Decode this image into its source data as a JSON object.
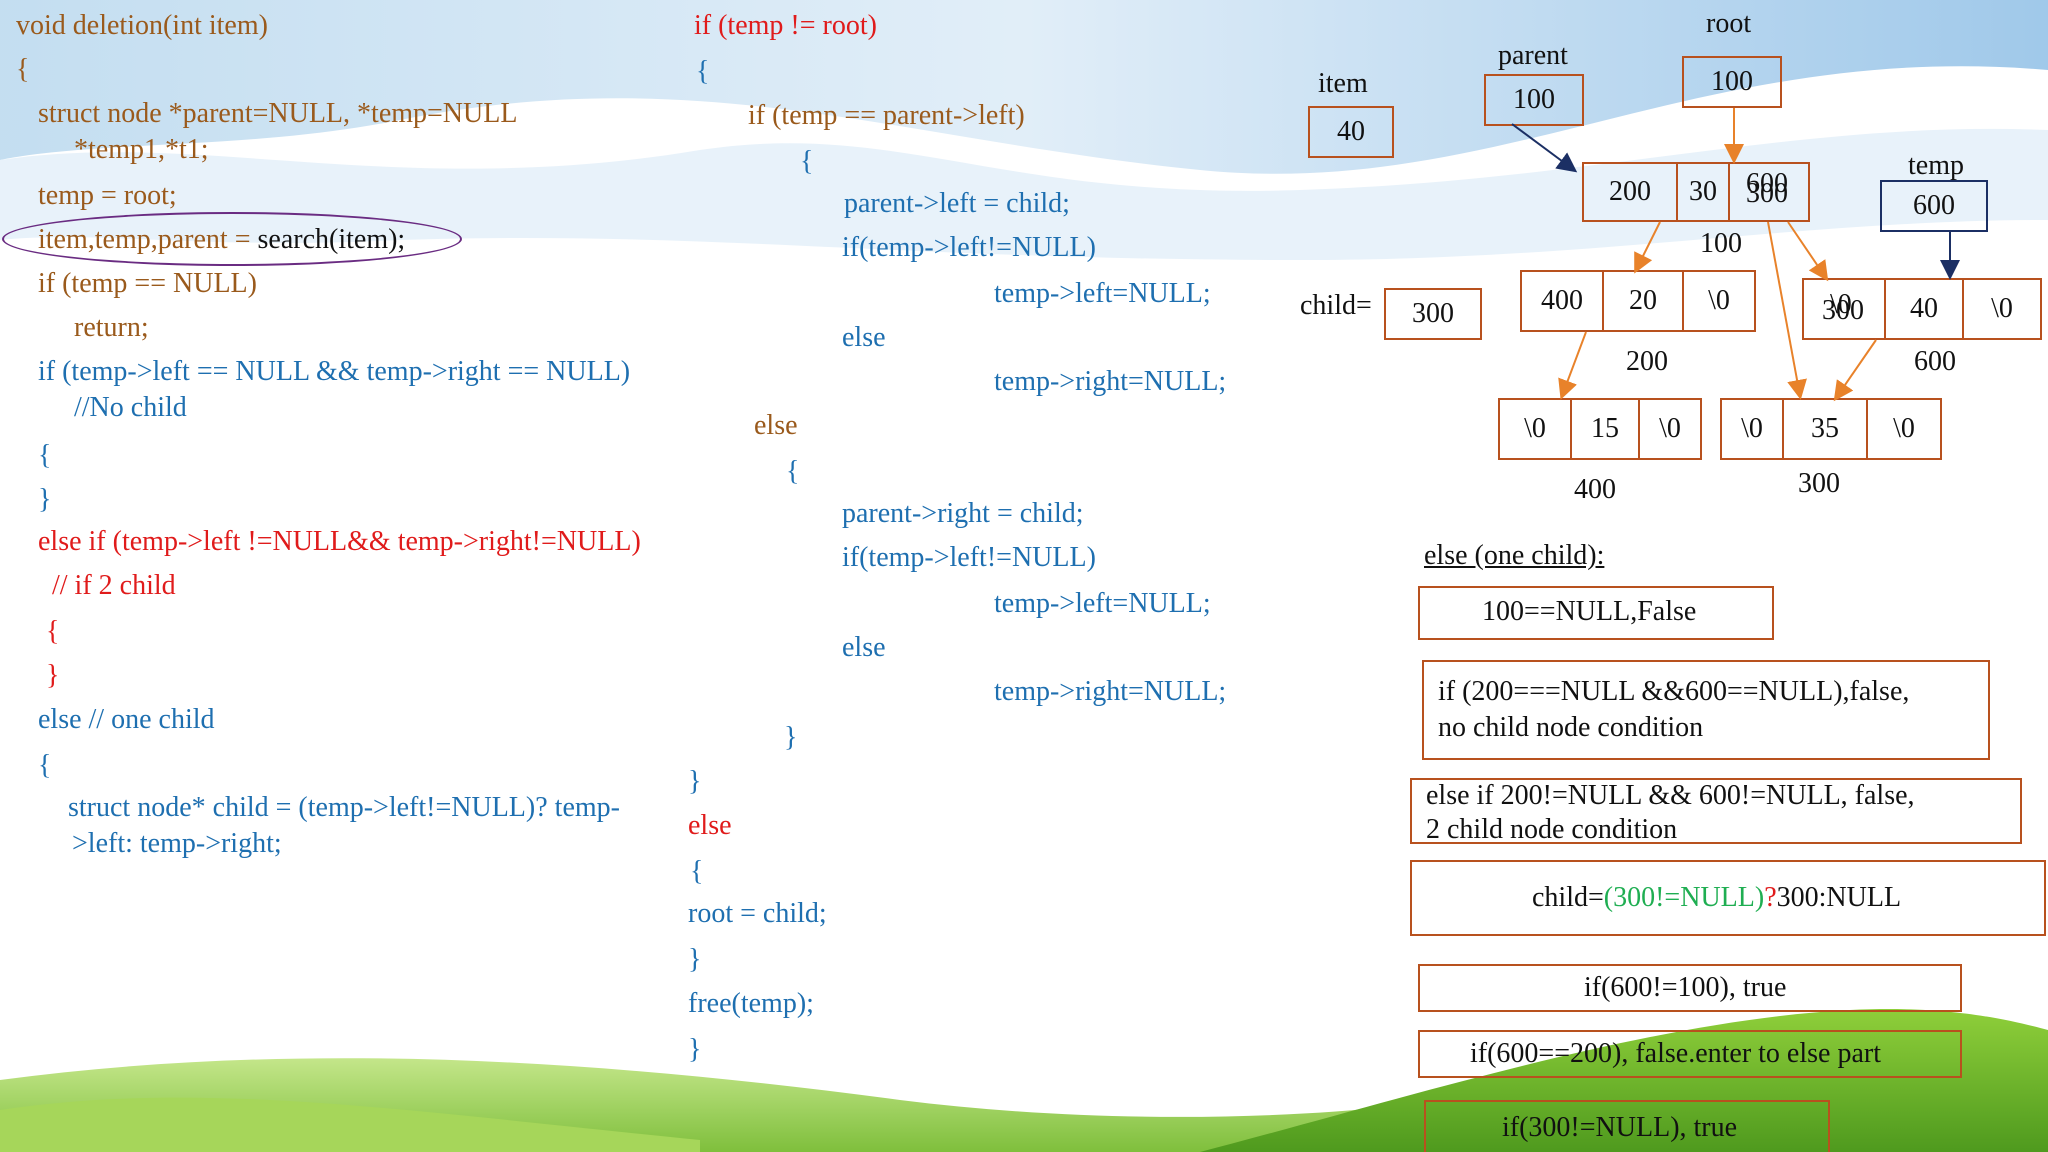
{
  "code_left": [
    "void deletion(int item)",
    "{",
    "struct node *parent=NULL, *temp=NULL",
    "*temp1,*t1;",
    "temp = root;",
    "item,temp,parent = ",
    "search(item);",
    "if (temp == NULL)",
    "return;",
    "if (temp->left == NULL && temp->right == NULL)",
    "//No child",
    "{",
    "}",
    "else if (temp->left !=NULL&& temp->right!=NULL)",
    "// if 2 child",
    "{",
    "}",
    "else // one child",
    "{",
    "struct node* child = (temp->left!=NULL)? temp-",
    ">left: temp->right;"
  ],
  "code_mid": [
    "if (temp != root)",
    "{",
    "if (temp == parent->left)",
    "{",
    "parent->left = child;",
    "if(temp->left!=NULL)",
    "temp->left=NULL;",
    "else",
    "temp->right=NULL;",
    "else",
    "{",
    "parent->right = child;",
    "if(temp->left!=NULL)",
    "temp->left=NULL;",
    "else",
    "temp->right=NULL;",
    "}",
    "}",
    "else",
    "{",
    "root = child;",
    "}",
    "free(temp);",
    "}"
  ],
  "diagram": {
    "root_label": "root",
    "root_value": "100",
    "parent_label": "parent",
    "parent_value": "100",
    "item_label": "item",
    "item_value": "40",
    "temp_label": "temp",
    "temp_value": "600",
    "child_label": "child=",
    "child_value": "300",
    "node100": {
      "left": "200",
      "data": "30",
      "right_old": "600",
      "right_new": "300",
      "address": "100"
    },
    "node200": {
      "left": "400",
      "data": "20",
      "right": "\\0",
      "address": "200"
    },
    "node600": {
      "left_old": "300",
      "left_new": "\\0",
      "data": "40",
      "right": "\\0",
      "address": "600"
    },
    "node400": {
      "left": "\\0",
      "data": "15",
      "right": "\\0",
      "address": "400"
    },
    "node300": {
      "left": "\\0",
      "data": "35",
      "right": "\\0",
      "address": "300"
    }
  },
  "notes": {
    "heading": "else (one child):",
    "box1": "100==NULL,False",
    "box2_line1": "if (200===NULL &&600==NULL),false,",
    "box2_line2": "no child node condition",
    "box3_line1": "else if  200!=NULL && 600!=NULL, false,",
    "box3_line2": "2 child node condition",
    "box4_a": "child=",
    "box4_b": "(300!=NULL)",
    "box4_c": "?",
    "box4_d": "300:NULL",
    "box5": "if(600!=100), true",
    "box6": "if(600==200), false.enter to else part",
    "box7": "if(300!=NULL), true"
  },
  "colors": {
    "code_brown": "#9a5a1c",
    "code_blue": "#1e6fb0",
    "code_red": "#e01b1b",
    "box_border": "#b8511e",
    "arrow_orange": "#e8822a",
    "arrow_navy": "#1b2f64",
    "highlight_green": "#1fae52",
    "ellipse_purple": "#6a2c82"
  }
}
